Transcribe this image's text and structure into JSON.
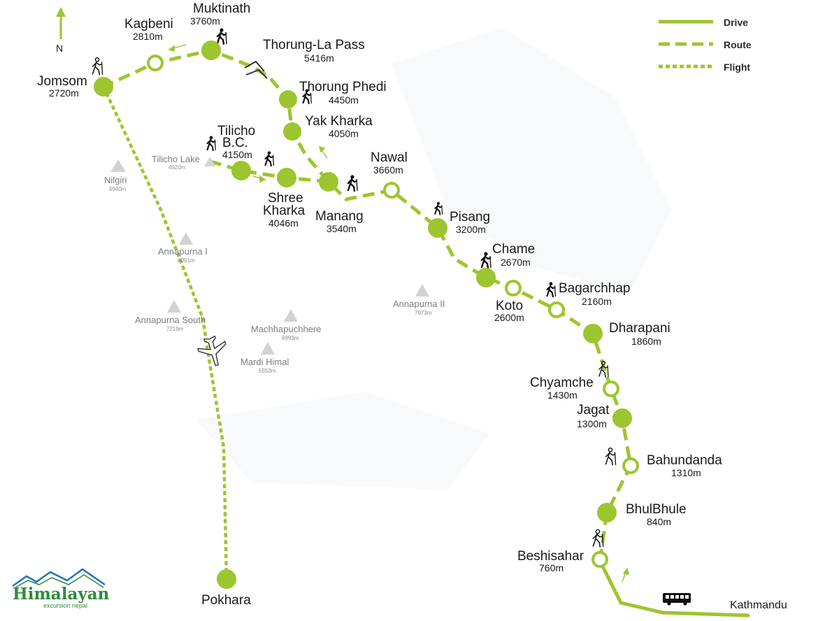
{
  "colors": {
    "route": "#9dc530",
    "text": "#1a1a1a",
    "peak": "#cfcfcf",
    "logo": "#2e8b3a"
  },
  "north": "N",
  "legend": [
    {
      "label": "Drive",
      "style": "solid"
    },
    {
      "label": "Route",
      "style": "dashed"
    },
    {
      "label": "Flight",
      "style": "dotted"
    }
  ],
  "places": {
    "muktinath": {
      "name": "Muktinath",
      "alt": "3760m"
    },
    "kagbeni": {
      "name": "Kagbeni",
      "alt": "2810m"
    },
    "jomsom": {
      "name": "Jomsom",
      "alt": "2720m"
    },
    "thorung_la": {
      "name": "Thorung-La Pass",
      "alt": "5416m"
    },
    "thorung_phedi": {
      "name": "Thorung Phedi",
      "alt": "4450m"
    },
    "yak_kharka": {
      "name": "Yak Kharka",
      "alt": "4050m"
    },
    "tilicho_bc": {
      "name1": "Tilicho",
      "name2": "B.C.",
      "alt": "4150m"
    },
    "shree_kharka": {
      "name1": "Shree",
      "name2": "Kharka",
      "alt": "4046m"
    },
    "manang": {
      "name": "Manang",
      "alt": "3540m"
    },
    "nawal": {
      "name": "Nawal",
      "alt": "3660m"
    },
    "pisang": {
      "name": "Pisang",
      "alt": "3200m"
    },
    "chame": {
      "name": "Chame",
      "alt": "2670m"
    },
    "koto": {
      "name": "Koto",
      "alt": "2600m"
    },
    "bagarchhap": {
      "name": "Bagarchhap",
      "alt": "2160m"
    },
    "dharapani": {
      "name": "Dharapani",
      "alt": "1860m"
    },
    "chyamche": {
      "name": "Chyamche",
      "alt": "1430m"
    },
    "jagat": {
      "name": "Jagat",
      "alt": "1300m"
    },
    "bahundanda": {
      "name": "Bahundanda",
      "alt": "1310m"
    },
    "bhulbhule": {
      "name": "BhulBhule",
      "alt": "840m"
    },
    "beshisahar": {
      "name": "Beshisahar",
      "alt": "760m"
    },
    "kathmandu": {
      "name": "Kathmandu"
    },
    "pokhara": {
      "name": "Pokhara"
    }
  },
  "peaks": {
    "tilicho_lake": {
      "name": "Tilicho Lake",
      "alt": "4920m"
    },
    "nilgiri": {
      "name": "Nilgiri",
      "alt": "6940m"
    },
    "annapurna_i": {
      "name": "Annapurna I",
      "alt": "8091m"
    },
    "annapurna_ii": {
      "name": "Annapurna II",
      "alt": "7973m"
    },
    "annapurna_south": {
      "name": "Annapurna South",
      "alt": "7219m"
    },
    "machhapuchhere": {
      "name": "Machhapuchhere",
      "alt": "6993m"
    },
    "mardi_himal": {
      "name": "Mardi Himal",
      "alt": "5553m"
    }
  },
  "logo": {
    "title": "Himalayan",
    "subtitle": "excursion nepal"
  }
}
